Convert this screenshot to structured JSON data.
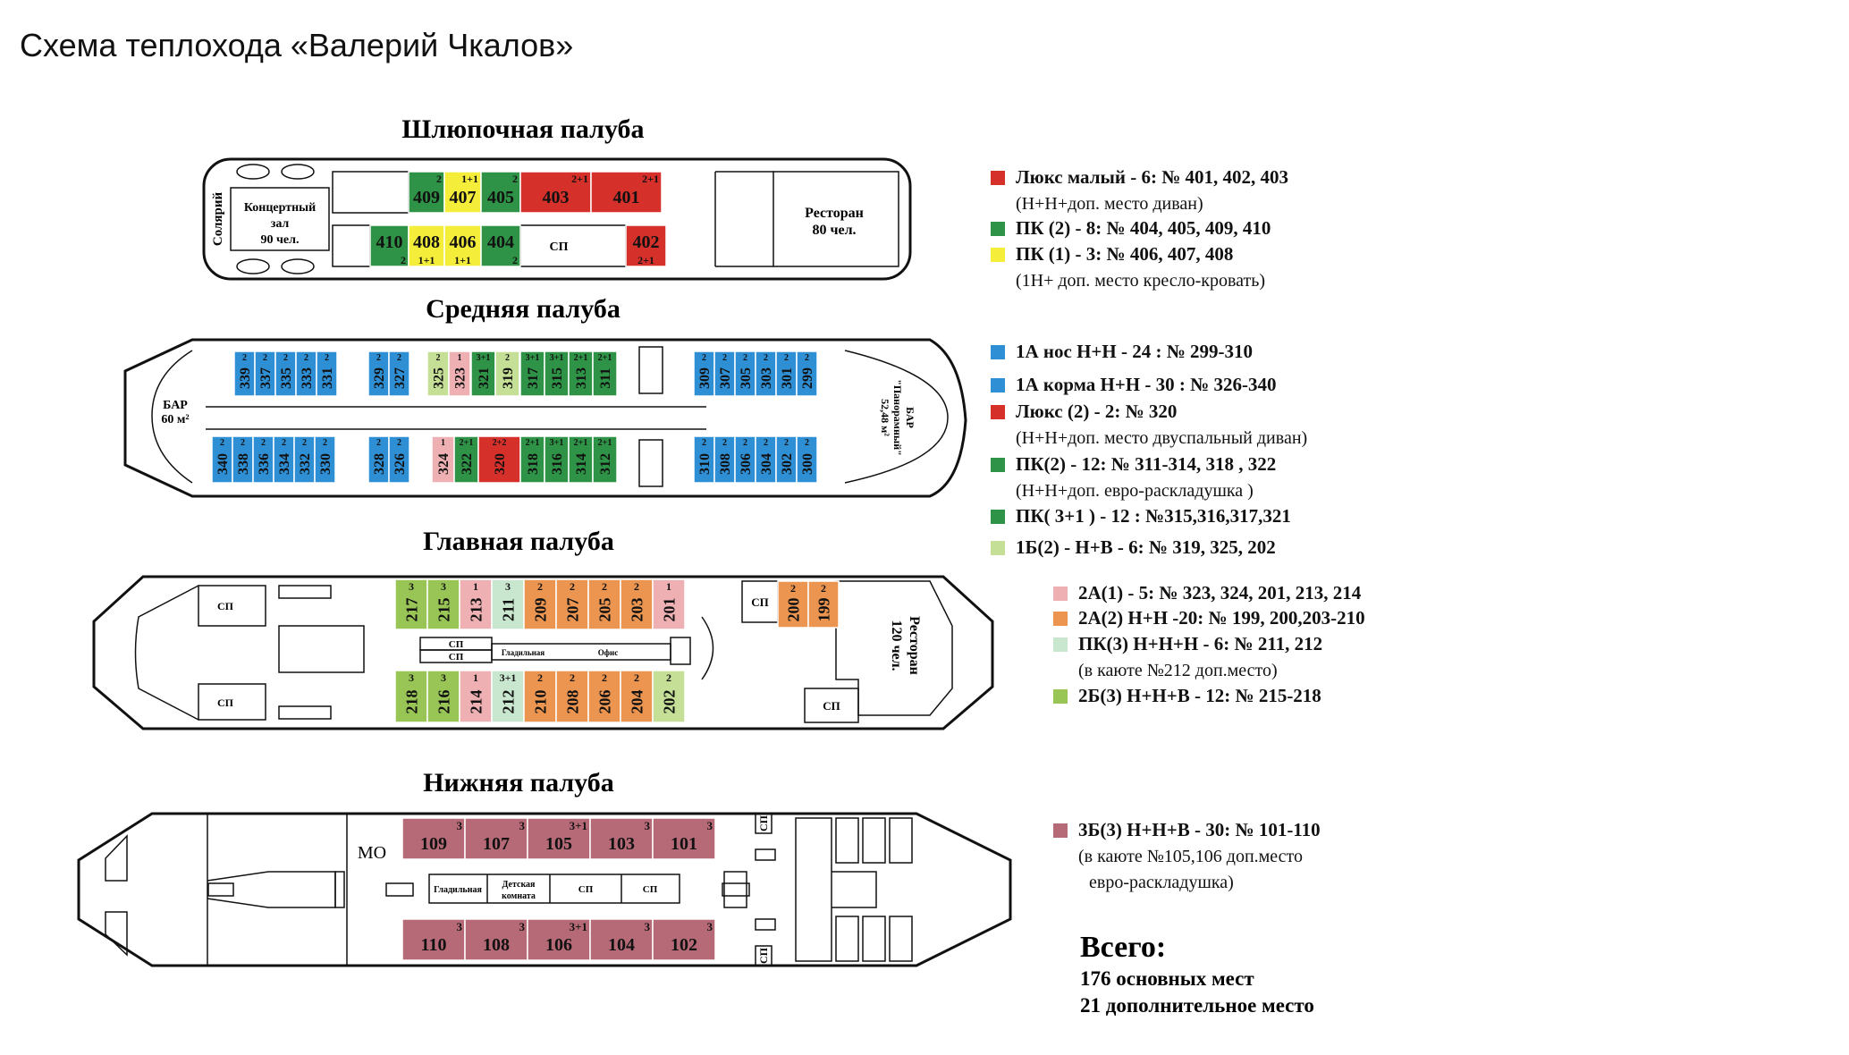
{
  "page_title": "Схема теплохода «Валерий Чкалов»",
  "colors": {
    "lux": "#d6302b",
    "pk_green": "#2e9346",
    "yellow": "#f4ee3a",
    "blue": "#2f8fd5",
    "light_green": "#c5df96",
    "pink": "#eeb0b3",
    "orange": "#ec9550",
    "mint": "#c9e6ce",
    "olive": "#98c555",
    "mauve": "#b66a77"
  },
  "decks": {
    "boat": {
      "title": "Шлюпочная палуба",
      "solarium": "Солярий",
      "concert_line1": "Концертный",
      "concert_line2": "зал",
      "concert_line3": "90 чел.",
      "restaurant_line1": "Ресторан",
      "restaurant_line2": "80 чел.",
      "sp": "СП",
      "cabins": [
        {
          "n": "409",
          "cap": "2",
          "c": "pk_green"
        },
        {
          "n": "407",
          "cap": "1+1",
          "c": "yellow"
        },
        {
          "n": "405",
          "cap": "2",
          "c": "pk_green"
        },
        {
          "n": "403",
          "cap": "2+1",
          "c": "lux"
        },
        {
          "n": "401",
          "cap": "2+1",
          "c": "lux"
        },
        {
          "n": "410",
          "cap": "2",
          "c": "pk_green"
        },
        {
          "n": "408",
          "cap": "1+1",
          "c": "yellow"
        },
        {
          "n": "406",
          "cap": "1+1",
          "c": "yellow"
        },
        {
          "n": "404",
          "cap": "2",
          "c": "pk_green"
        },
        {
          "n": "402",
          "cap": "2+1",
          "c": "lux"
        }
      ]
    },
    "middle": {
      "title": "Средняя палуба",
      "bar_line1": "БАР",
      "bar_line2": "60 м²",
      "panorama_line1": "БАР",
      "panorama_line2": "\"Панорамный\"",
      "panorama_line3": "52,48 м²",
      "top_cabins": [
        {
          "n": "339",
          "cap": "2",
          "c": "blue"
        },
        {
          "n": "337",
          "cap": "2",
          "c": "blue"
        },
        {
          "n": "335",
          "cap": "2",
          "c": "blue"
        },
        {
          "n": "333",
          "cap": "2",
          "c": "blue"
        },
        {
          "n": "331",
          "cap": "2",
          "c": "blue"
        },
        {
          "n": "329",
          "cap": "2",
          "c": "blue"
        },
        {
          "n": "327",
          "cap": "2",
          "c": "blue"
        },
        {
          "n": "325",
          "cap": "2",
          "c": "light_green"
        },
        {
          "n": "323",
          "cap": "1",
          "c": "pink"
        },
        {
          "n": "321",
          "cap": "3+1",
          "c": "pk_green"
        },
        {
          "n": "319",
          "cap": "2",
          "c": "light_green"
        },
        {
          "n": "317",
          "cap": "3+1",
          "c": "pk_green"
        },
        {
          "n": "315",
          "cap": "3+1",
          "c": "pk_green"
        },
        {
          "n": "313",
          "cap": "2+1",
          "c": "pk_green"
        },
        {
          "n": "311",
          "cap": "2+1",
          "c": "pk_green"
        },
        {
          "n": "309",
          "cap": "2",
          "c": "blue"
        },
        {
          "n": "307",
          "cap": "2",
          "c": "blue"
        },
        {
          "n": "305",
          "cap": "2",
          "c": "blue"
        },
        {
          "n": "303",
          "cap": "2",
          "c": "blue"
        },
        {
          "n": "301",
          "cap": "2",
          "c": "blue"
        },
        {
          "n": "299",
          "cap": "2",
          "c": "blue"
        }
      ],
      "bottom_cabins": [
        {
          "n": "340",
          "cap": "2",
          "c": "blue"
        },
        {
          "n": "338",
          "cap": "2",
          "c": "blue"
        },
        {
          "n": "336",
          "cap": "2",
          "c": "blue"
        },
        {
          "n": "334",
          "cap": "2",
          "c": "blue"
        },
        {
          "n": "332",
          "cap": "2",
          "c": "blue"
        },
        {
          "n": "330",
          "cap": "2",
          "c": "blue"
        },
        {
          "n": "328",
          "cap": "2",
          "c": "blue"
        },
        {
          "n": "326",
          "cap": "2",
          "c": "blue"
        },
        {
          "n": "324",
          "cap": "1",
          "c": "pink"
        },
        {
          "n": "322",
          "cap": "2+1",
          "c": "pk_green"
        },
        {
          "n": "320",
          "cap": "2+2",
          "c": "lux"
        },
        {
          "n": "318",
          "cap": "2+1",
          "c": "pk_green"
        },
        {
          "n": "316",
          "cap": "3+1",
          "c": "pk_green"
        },
        {
          "n": "314",
          "cap": "2+1",
          "c": "pk_green"
        },
        {
          "n": "312",
          "cap": "2+1",
          "c": "pk_green"
        },
        {
          "n": "310",
          "cap": "2",
          "c": "blue"
        },
        {
          "n": "308",
          "cap": "2",
          "c": "blue"
        },
        {
          "n": "306",
          "cap": "2",
          "c": "blue"
        },
        {
          "n": "304",
          "cap": "2",
          "c": "blue"
        },
        {
          "n": "302",
          "cap": "2",
          "c": "blue"
        },
        {
          "n": "300",
          "cap": "2",
          "c": "blue"
        }
      ]
    },
    "main": {
      "title": "Главная палуба",
      "sp": "СП",
      "ironing": "Гладильная",
      "office": "Офис",
      "restaurant_line1": "Ресторан",
      "restaurant_line2": "120 чел.",
      "top_cabins": [
        {
          "n": "217",
          "cap": "3",
          "c": "olive"
        },
        {
          "n": "215",
          "cap": "3",
          "c": "olive"
        },
        {
          "n": "213",
          "cap": "1",
          "c": "pink"
        },
        {
          "n": "211",
          "cap": "3",
          "c": "mint"
        },
        {
          "n": "209",
          "cap": "2",
          "c": "orange"
        },
        {
          "n": "207",
          "cap": "2",
          "c": "orange"
        },
        {
          "n": "205",
          "cap": "2",
          "c": "orange"
        },
        {
          "n": "203",
          "cap": "2",
          "c": "orange"
        },
        {
          "n": "201",
          "cap": "1",
          "c": "pink"
        }
      ],
      "bottom_cabins": [
        {
          "n": "218",
          "cap": "3",
          "c": "olive"
        },
        {
          "n": "216",
          "cap": "3",
          "c": "olive"
        },
        {
          "n": "214",
          "cap": "1",
          "c": "pink"
        },
        {
          "n": "212",
          "cap": "3+1",
          "c": "mint"
        },
        {
          "n": "210",
          "cap": "2",
          "c": "orange"
        },
        {
          "n": "208",
          "cap": "2",
          "c": "orange"
        },
        {
          "n": "206",
          "cap": "2",
          "c": "orange"
        },
        {
          "n": "204",
          "cap": "2",
          "c": "orange"
        },
        {
          "n": "202",
          "cap": "2",
          "c": "light_green"
        }
      ],
      "fore_cabins": [
        {
          "n": "200",
          "cap": "2",
          "c": "orange"
        },
        {
          "n": "199",
          "cap": "2",
          "c": "orange"
        }
      ]
    },
    "lower": {
      "title": "Нижняя палуба",
      "engine_room": "МО",
      "ironing": "Гладильная",
      "kids_line1": "Детская",
      "kids_line2": "комната",
      "sp": "СП",
      "top_cabins": [
        {
          "n": "109",
          "cap": "3"
        },
        {
          "n": "107",
          "cap": "3"
        },
        {
          "n": "105",
          "cap": "3+1"
        },
        {
          "n": "103",
          "cap": "3"
        },
        {
          "n": "101",
          "cap": "3"
        }
      ],
      "bottom_cabins": [
        {
          "n": "110",
          "cap": "3"
        },
        {
          "n": "108",
          "cap": "3"
        },
        {
          "n": "106",
          "cap": "3+1"
        },
        {
          "n": "104",
          "cap": "3"
        },
        {
          "n": "102",
          "cap": "3"
        }
      ]
    }
  },
  "legend": [
    {
      "c": "lux",
      "text": "Люкс малый - 6: № 401, 402, 403",
      "note": "(Н+Н+доп. место диван)"
    },
    {
      "c": "pk_green",
      "text": "ПК (2) - 8: № 404, 405, 409, 410",
      "note": ""
    },
    {
      "c": "yellow",
      "text": "ПК (1) - 3: № 406, 407, 408",
      "note": "(1Н+ доп. место кресло-кровать)"
    },
    {
      "c": "blue",
      "text": "1А нос  Н+Н - 24 : № 299-310",
      "note": ""
    },
    {
      "c": "blue",
      "text": "1А корма  Н+Н - 30 : № 326-340",
      "note": ""
    },
    {
      "c": "lux",
      "text": "Люкс (2)  - 2: № 320",
      "note": "(Н+Н+доп. место двуспальный диван)"
    },
    {
      "c": "pk_green",
      "text": "ПК(2) - 12: № 311-314, 318 , 322",
      "note": "(Н+Н+доп.  евро-раскладушка )"
    },
    {
      "c": "pk_green",
      "text": "ПК( 3+1 )  - 12 : №315,316,317,321",
      "note": ""
    },
    {
      "c": "light_green",
      "text": "1Б(2) - Н+В - 6: № 319, 325, 202",
      "note": ""
    },
    {
      "c": "pink",
      "text": "2А(1) - 5: № 323, 324, 201, 213, 214",
      "note": ""
    },
    {
      "c": "orange",
      "text": "2А(2) Н+Н -20: № 199, 200,203-210",
      "note": ""
    },
    {
      "c": "mint",
      "text": "ПК(3) Н+Н+Н - 6: № 211, 212",
      "note": "(в каюте №212 доп.место)"
    },
    {
      "c": "olive",
      "text": "2Б(3) Н+Н+В - 12: № 215-218",
      "note": ""
    },
    {
      "c": "mauve",
      "text": "3Б(3) Н+Н+В - 30: № 101-110",
      "note": "(в каюте №105,106 доп.место",
      "note2": "евро-раскладушка)"
    }
  ],
  "totals": {
    "heading": "Всего:",
    "main_seats": "176 основных мест",
    "extra_seats": "21 дополнительное место"
  }
}
